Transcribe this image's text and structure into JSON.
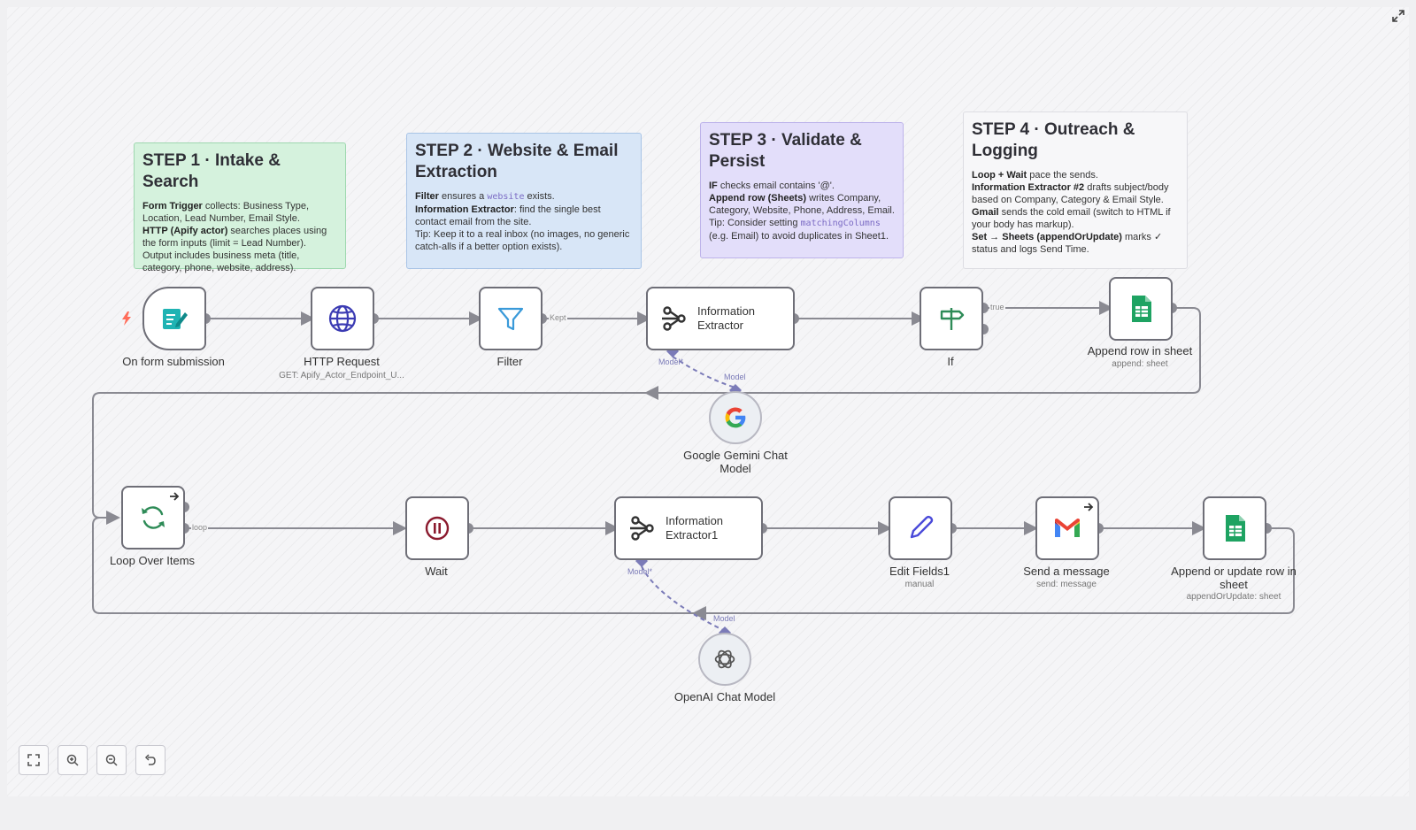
{
  "notes": {
    "step1": {
      "title": "STEP 1 · Intake & Search",
      "lines": [
        {
          "b": "Form Trigger",
          "t": " collects: Business Type, Location, Lead Number, Email Style."
        },
        {
          "b": "HTTP (Apify actor)",
          "t": " searches places using the form inputs (limit = Lead Number). Output includes business meta (title, category, phone, website, address)."
        }
      ]
    },
    "step2": {
      "title": "STEP 2 · Website & Email Extraction",
      "l1_b": "Filter",
      "l1_t1": " ensures a ",
      "l1_code": "website",
      "l1_t2": " exists.",
      "l2_b": "Information Extractor",
      "l2_t": ": find the single best contact email from the site.",
      "l3": "Tip: Keep it to a real inbox (no images, no generic catch-alls if a better option exists)."
    },
    "step3": {
      "title": "STEP 3 · Validate & Persist",
      "l1_b": "IF",
      "l1_t": " checks email contains '@'.",
      "l2_b": "Append row (Sheets)",
      "l2_t": " writes Company, Category, Website, Phone, Address, Email.",
      "l3_t1": "Tip: Consider setting ",
      "l3_code": "matchingColumns",
      "l3_t2": " (e.g. Email) to avoid duplicates in Sheet1."
    },
    "step4": {
      "title": "STEP 4 · Outreach & Logging",
      "l1_b": "Loop + Wait",
      "l1_t": " pace the sends.",
      "l2_b": "Information Extractor #2",
      "l2_t": " drafts subject/body based on Company, Category & Email Style.",
      "l3_b": "Gmail",
      "l3_t": " sends the cold email (switch to HTML if your body has markup).",
      "l4_b": "Set → Sheets (appendOrUpdate)",
      "l4_t": " marks ✓ status and logs Send Time."
    }
  },
  "nodes": {
    "form": {
      "label": "On form submission"
    },
    "http": {
      "label": "HTTP Request",
      "sub": "GET: Apify_Actor_Endpoint_U..."
    },
    "filter": {
      "label": "Filter"
    },
    "extractor": {
      "label": "Information Extractor"
    },
    "if": {
      "label": "If"
    },
    "append": {
      "label": "Append row in sheet",
      "sub": "append: sheet"
    },
    "gemini": {
      "label": "Google Gemini Chat Model"
    },
    "loop": {
      "label": "Loop Over Items"
    },
    "wait": {
      "label": "Wait"
    },
    "extractor1": {
      "label": "Information Extractor1"
    },
    "edit": {
      "label": "Edit Fields1",
      "sub": "manual"
    },
    "gmail": {
      "label": "Send a message",
      "sub": "send: message"
    },
    "upsert": {
      "label": "Append or update row in sheet",
      "sub": "appendOrUpdate: sheet"
    },
    "openai": {
      "label": "OpenAI Chat Model"
    }
  },
  "edge_labels": {
    "kept": "Kept",
    "true": "true",
    "loop": "loop",
    "model": "Model",
    "model_req": "Model*"
  },
  "controls": [
    "fit-view",
    "zoom-in",
    "zoom-out",
    "undo"
  ],
  "colors": {
    "edge": "#8a8a92",
    "model_edge": "#7b7bb8",
    "trigger_bolt": "#ff6d5a"
  }
}
